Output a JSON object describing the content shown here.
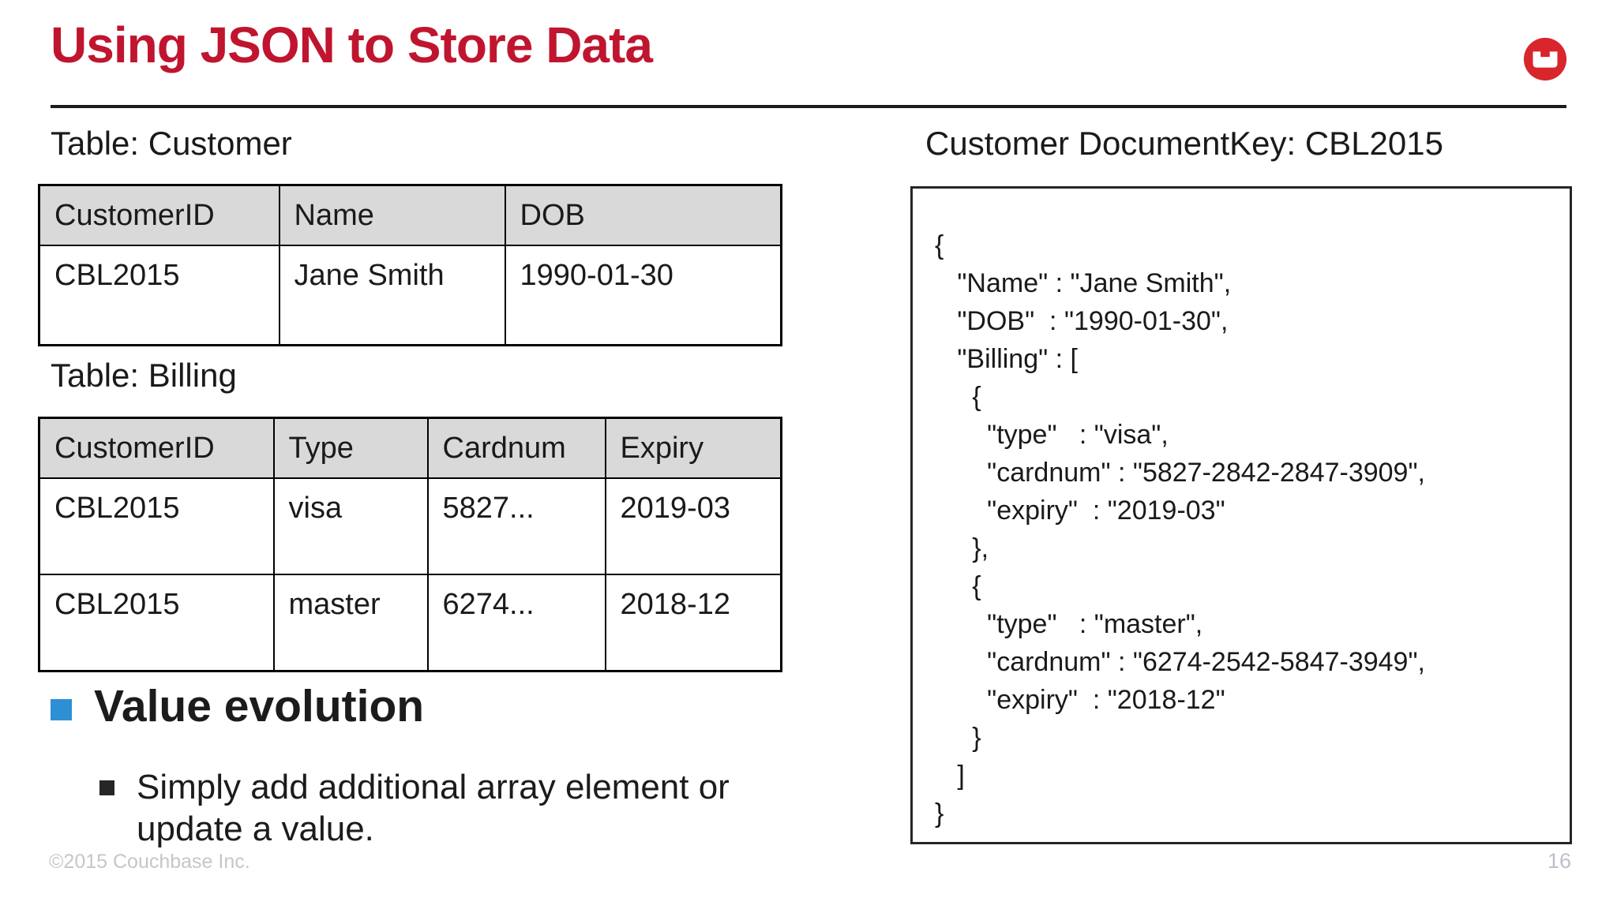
{
  "slide": {
    "title": "Using JSON to Store Data",
    "footer": "©2015 Couchbase Inc.",
    "page_number": "16",
    "colors": {
      "title_red": "#c0152f",
      "logo_red": "#d8262c",
      "bullet_blue": "#2e8fd5",
      "table_header_gray": "#d9d9d9"
    }
  },
  "left": {
    "customer_table": {
      "caption": "Table: Customer",
      "headers": [
        "CustomerID",
        "Name",
        "DOB"
      ],
      "rows": [
        [
          "CBL2015",
          "Jane Smith",
          "1990-01-30"
        ]
      ]
    },
    "billing_table": {
      "caption": "Table: Billing",
      "headers": [
        "CustomerID",
        "Type",
        "Cardnum",
        "Expiry"
      ],
      "rows": [
        [
          "CBL2015",
          "visa",
          "5827...",
          "2019-03"
        ],
        [
          "CBL2015",
          "master",
          "6274...",
          "2018-12"
        ]
      ]
    },
    "bullet": {
      "label": "Value evolution",
      "sub": "Simply add additional array element or update a value."
    }
  },
  "right": {
    "heading": "Customer DocumentKey: CBL2015",
    "json_lines": [
      "{",
      "   \"Name\" : \"Jane Smith\",",
      "   \"DOB\"  : \"1990-01-30\",",
      "   \"Billing\" : [",
      "     {",
      "       \"type\"   : \"visa\",",
      "       \"cardnum\" : \"5827-2842-2847-3909\",",
      "       \"expiry\"  : \"2019-03\"",
      "     },",
      "     {",
      "       \"type\"   : \"master\",",
      "       \"cardnum\" : \"6274-2542-5847-3949\",",
      "       \"expiry\"  : \"2018-12\"",
      "     }",
      "   ]",
      "}"
    ]
  }
}
